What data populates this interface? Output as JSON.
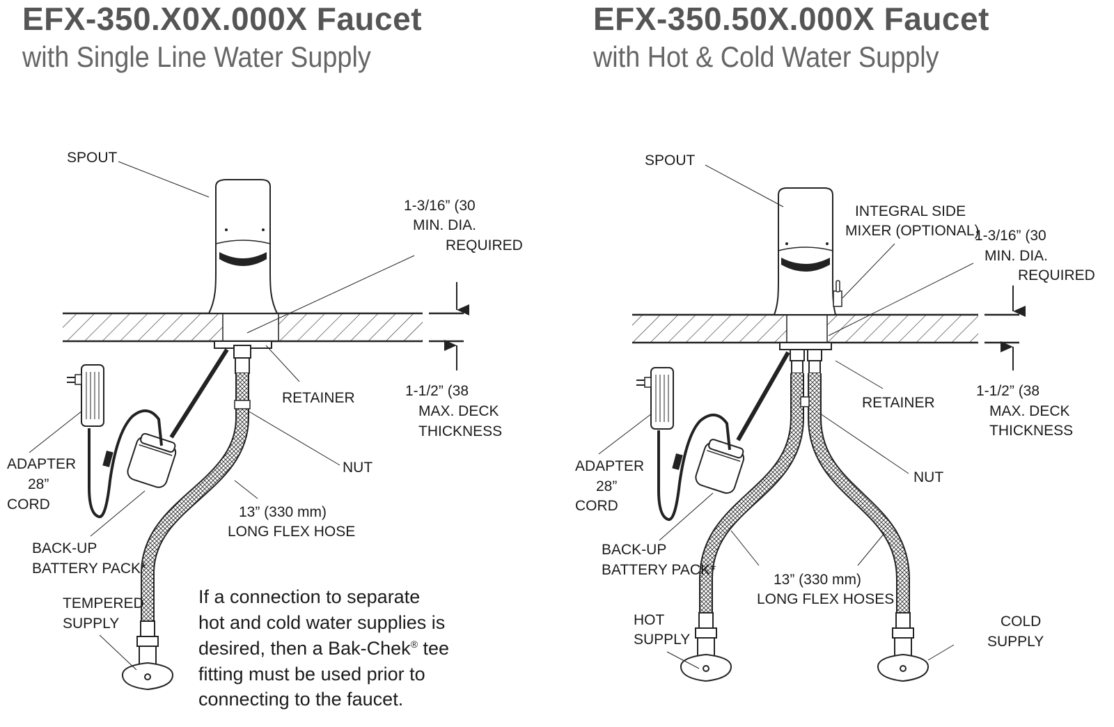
{
  "left": {
    "title": "EFX-350.X0X.000X Faucet",
    "subtitle": "with Single Line Water Supply",
    "labels": {
      "spout": "SPOUT",
      "dia_1": "1-3/16” (30",
      "dia_2": "MIN. DIA.",
      "dia_3": "REQUIRED",
      "retainer": "RETAINER",
      "deck_1": "1-1/2” (38",
      "deck_2": "MAX. DECK",
      "deck_3": "THICKNESS",
      "nut": "NUT",
      "adapter_1": "ADAPTER",
      "adapter_2": "28”",
      "adapter_3": "CORD",
      "hose_1": "13” (330 mm)",
      "hose_2": "LONG FLEX HOSE",
      "battery_1": "BACK-UP",
      "battery_2": "BATTERY PACK*",
      "supply_1": "TEMPERED",
      "supply_2": "SUPPLY"
    },
    "note": {
      "line1": "If a connection to separate",
      "line2": "hot and cold water supplies is",
      "line3a": "desired, then a Bak-Chek",
      "line3reg": "®",
      "line3b": " tee",
      "line4": "fitting must be used prior to",
      "line5": "connecting to the faucet."
    }
  },
  "right": {
    "title": "EFX-350.50X.000X Faucet",
    "subtitle": "with Hot & Cold Water Supply",
    "labels": {
      "spout": "SPOUT",
      "mixer_1": "INTEGRAL SIDE",
      "mixer_2": "MIXER (OPTIONAL)",
      "dia_1": "1-3/16” (30",
      "dia_2": "MIN. DIA.",
      "dia_3": "REQUIRED",
      "retainer": "RETAINER",
      "deck_1": "1-1/2” (38",
      "deck_2": "MAX. DECK",
      "deck_3": "THICKNESS",
      "nut": "NUT",
      "adapter_1": "ADAPTER",
      "adapter_2": "28”",
      "adapter_3": "CORD",
      "battery_1": "BACK-UP",
      "battery_2": "BATTERY PACK*",
      "hoses_1": "13” (330 mm)",
      "hoses_2": "LONG FLEX HOSES",
      "hot_1": "HOT",
      "hot_2": "SUPPLY",
      "cold_1": "COLD",
      "cold_2": "SUPPLY"
    }
  }
}
